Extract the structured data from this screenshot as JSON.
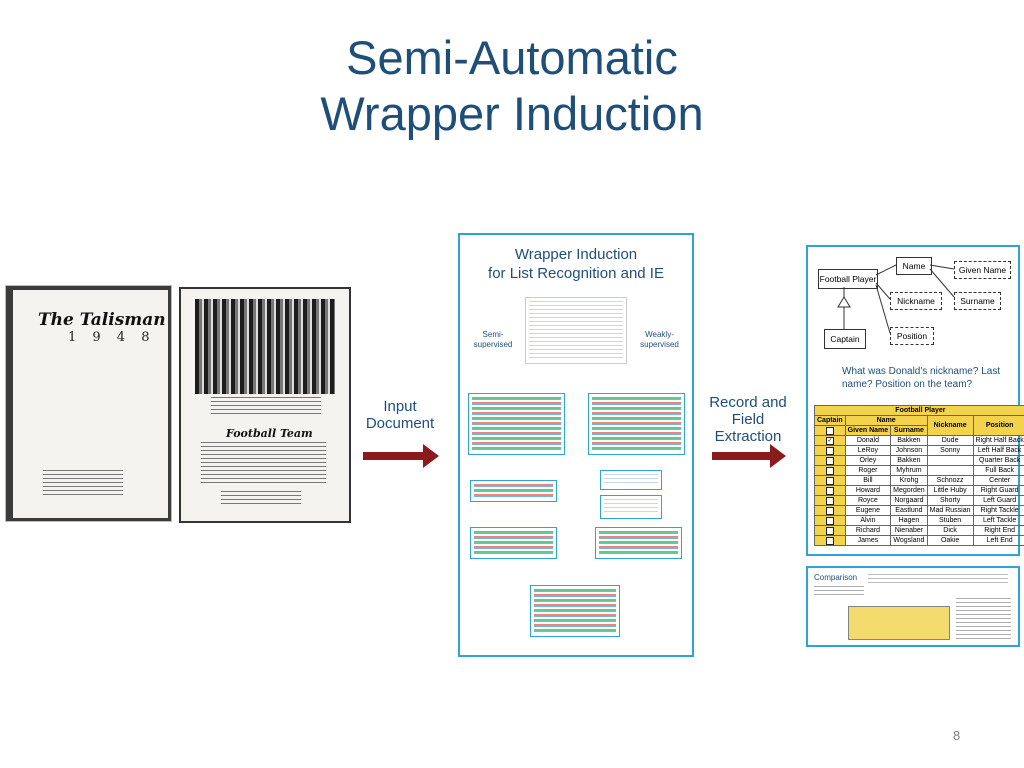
{
  "slide": {
    "title_line1": "Semi-Automatic",
    "title_line2": "Wrapper Induction",
    "page_number": "8"
  },
  "left_pages": {
    "cover_title": "The Talisman",
    "cover_year": "1 9 4 8",
    "team_heading": "Football Team"
  },
  "arrows": {
    "input_label": "Input Document",
    "extraction_label": "Record and Field Extraction"
  },
  "poster": {
    "title_line1": "Wrapper Induction",
    "title_line2": "for List Recognition and IE",
    "left_label": "Semi-supervised",
    "right_label": "Weakly-supervised"
  },
  "er_diagram": {
    "entities": [
      "Football Player",
      "Name",
      "Given Name",
      "Nickname",
      "Surname",
      "Captain",
      "Position"
    ],
    "question": "What was Donald's nickname? Last name? Position on the team?"
  },
  "table": {
    "title": "Football Player",
    "headers": {
      "captain": "Captain",
      "name": "Name",
      "given": "Given Name",
      "surname": "Surname",
      "nickname": "Nickname",
      "position": "Position"
    },
    "rows": [
      {
        "checked": true,
        "given": "Donald",
        "surname": "Bakken",
        "nickname": "Dude",
        "position": "Right Half Back"
      },
      {
        "checked": false,
        "given": "LeRoy",
        "surname": "Johnson",
        "nickname": "Sonny",
        "position": "Left Half Back"
      },
      {
        "checked": false,
        "given": "Orley",
        "surname": "Bakken",
        "nickname": "",
        "position": "Quarter Back"
      },
      {
        "checked": false,
        "given": "Roger",
        "surname": "Myhrum",
        "nickname": "",
        "position": "Full Back"
      },
      {
        "checked": false,
        "given": "Bill",
        "surname": "Krohg",
        "nickname": "Schnozz",
        "position": "Center"
      },
      {
        "checked": false,
        "given": "Howard",
        "surname": "Megorden",
        "nickname": "Little Huby",
        "position": "Right Guard"
      },
      {
        "checked": false,
        "given": "Royce",
        "surname": "Norgaard",
        "nickname": "Shorty",
        "position": "Left Guard"
      },
      {
        "checked": false,
        "given": "Eugene",
        "surname": "Eastlund",
        "nickname": "Mad Russian",
        "position": "Right Tackle"
      },
      {
        "checked": false,
        "given": "Alvin",
        "surname": "Hagen",
        "nickname": "Stuben",
        "position": "Left Tackle"
      },
      {
        "checked": false,
        "given": "Richard",
        "surname": "Nienaber",
        "nickname": "Dick",
        "position": "Right End"
      },
      {
        "checked": false,
        "given": "James",
        "surname": "Wogsland",
        "nickname": "Oakie",
        "position": "Left End"
      }
    ]
  },
  "comparison": {
    "title": "Comparison"
  },
  "colors": {
    "title": "#1f4e79",
    "arrow": "#8b1a1a",
    "frame": "#2ea3d6",
    "table_header": "#f2d34b"
  }
}
